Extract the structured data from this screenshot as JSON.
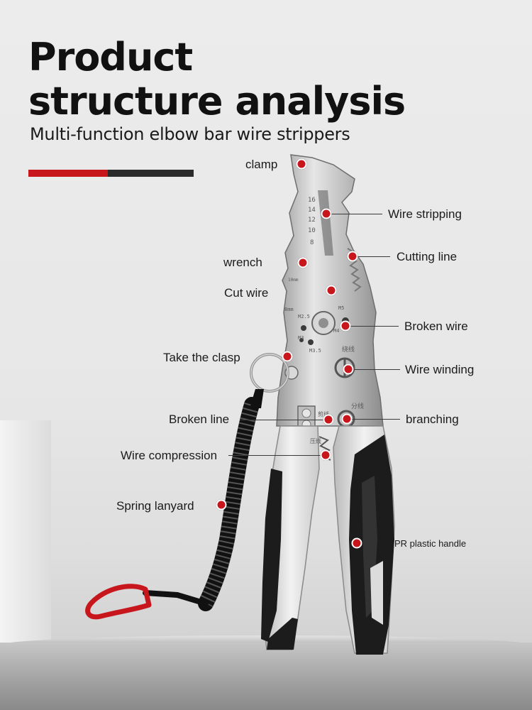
{
  "header": {
    "title_line1": "Product",
    "title_line2": "structure analysis",
    "subtitle": "Multi-function elbow bar wire strippers"
  },
  "colors": {
    "accent_red": "#c8161d",
    "accent_dark": "#2b2b2b",
    "handle_black": "#1a1a1a",
    "handle_grey": "#d9d9d9",
    "steel": "#c4c4c4"
  },
  "tool_markings": {
    "gauges": [
      "16",
      "14",
      "12",
      "10",
      "8"
    ],
    "jaw_size": "10mm",
    "hex_size": "8mm",
    "thread_m25": "M2.5",
    "thread_m5": "M5",
    "thread_m4": "M4",
    "thread_m3": "M3",
    "thread_m35": "M3.5",
    "winding_cn": "绕线",
    "cut_cn": "剪线",
    "branch_cn": "分线",
    "press_cn": "压线"
  },
  "labels": {
    "clamp": "clamp",
    "wire_stripping": "Wire stripping",
    "cutting_line": "Cutting line",
    "wrench": "wrench",
    "cut_wire": "Cut wire",
    "broken_wire": "Broken wire",
    "take_the_clasp": "Take the clasp",
    "wire_winding": "Wire winding",
    "broken_line": "Broken line",
    "branching": "branching",
    "wire_compression": "Wire compression",
    "spring_lanyard": "Spring lanyard",
    "tpr_handle": "TPR plastic handle"
  },
  "icons": [
    "callout-dot-icon",
    "keyring-icon",
    "carabiner-icon"
  ]
}
